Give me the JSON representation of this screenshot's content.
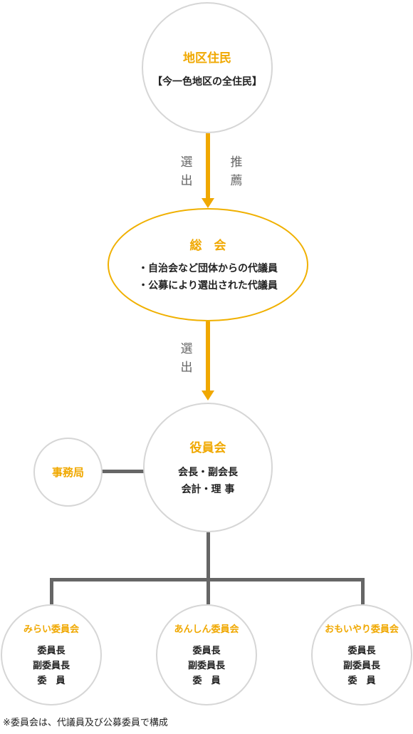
{
  "residents": {
    "title": "地区住民",
    "subtitle": "【今一色地区の全住民】"
  },
  "arrow1": {
    "left_label": "選出",
    "right_label": "推薦"
  },
  "general_assembly": {
    "title": "総　会",
    "lines": [
      "・自治会など団体からの代議員",
      "・公募により選出された代議員"
    ]
  },
  "arrow2": {
    "label": "選出"
  },
  "board": {
    "title": "役員会",
    "lines": [
      "会長・副会長",
      "会計・理 事"
    ]
  },
  "secretariat": {
    "title": "事務局"
  },
  "committees": [
    {
      "title": "みらい委員会",
      "members": [
        "委員長",
        "副委員長",
        "委　員"
      ]
    },
    {
      "title": "あんしん委員会",
      "members": [
        "委員長",
        "副委員長",
        "委　員"
      ]
    },
    {
      "title": "おもいやり委員会",
      "members": [
        "委員長",
        "副委員長",
        "委　員"
      ]
    }
  ],
  "footnote": "※委員会は、代議員及び公募委員で構成",
  "colors": {
    "accent": "#f0a800",
    "circle_border": "#d6d6d6",
    "connector": "#666666"
  }
}
